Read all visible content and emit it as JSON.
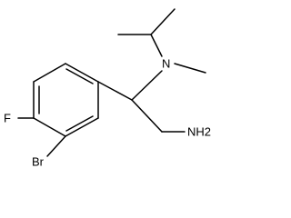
{
  "molecule": {
    "atom_labels": {
      "fluorine": "F",
      "bromine": "Br",
      "nitrogen": "N",
      "amine": "NH2"
    }
  }
}
